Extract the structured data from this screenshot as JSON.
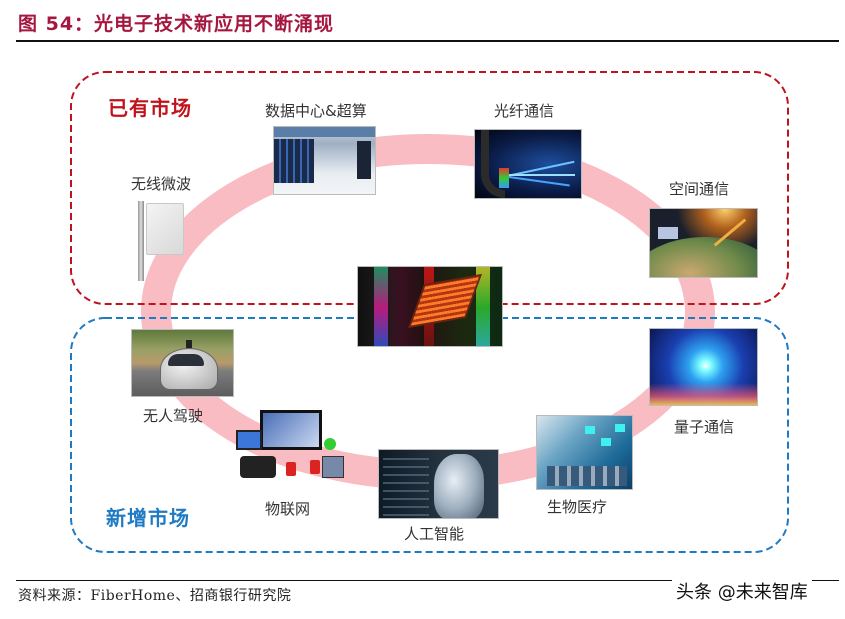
{
  "figure": {
    "title": "图 54：光电子技术新应用不断涌现",
    "source": "资料来源：FiberHome、招商银行研究院",
    "watermark": "头条 @未来智库"
  },
  "colors": {
    "title": "#a5173f",
    "existing_market": "#c0131d",
    "new_market": "#1e7ac4",
    "ring": "#f8bcc2"
  },
  "markets": {
    "existing": {
      "label": "已有市场"
    },
    "new": {
      "label": "新增市场"
    }
  },
  "center": {
    "image": "photonic-chip-image"
  },
  "nodes": [
    {
      "id": "wireless-microwave",
      "label": "无线微波",
      "market": "existing",
      "image": "antenna-image"
    },
    {
      "id": "datacenter-hpc",
      "label": "数据中心&超算",
      "market": "existing",
      "image": "server-room-image"
    },
    {
      "id": "fiber-comm",
      "label": "光纤通信",
      "market": "existing",
      "image": "fiber-cable-image"
    },
    {
      "id": "space-comm",
      "label": "空间通信",
      "market": "existing",
      "image": "satellite-earth-image"
    },
    {
      "id": "quantum-comm",
      "label": "量子通信",
      "market": "new",
      "image": "quantum-light-image"
    },
    {
      "id": "biomedical",
      "label": "生物医疗",
      "market": "new",
      "image": "medical-tech-image"
    },
    {
      "id": "ai",
      "label": "人工智能",
      "market": "new",
      "image": "ai-face-image"
    },
    {
      "id": "iot",
      "label": "物联网",
      "market": "new",
      "image": "devices-image"
    },
    {
      "id": "autonomous-driving",
      "label": "无人驾驶",
      "market": "new",
      "image": "self-driving-car-image"
    }
  ]
}
